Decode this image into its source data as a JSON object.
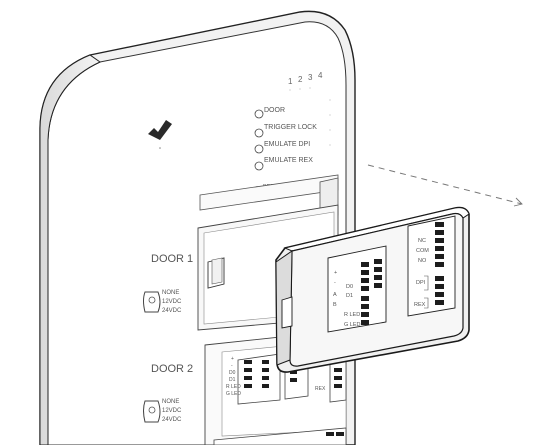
{
  "labels": {
    "channels": [
      "1",
      "2",
      "3",
      "4"
    ],
    "buttons": [
      "DOOR",
      "TRIGGER LOCK",
      "EMULATE DPI",
      "EMULATE REX"
    ],
    "reset": "RESET",
    "door1": "DOOR 1",
    "door2": "DOOR 2",
    "voltage": [
      "NONE",
      "12VDC",
      "24VDC"
    ],
    "reader_terminals": [
      "+",
      "-",
      "A",
      "B",
      "D0",
      "D1",
      "R LED",
      "G LED"
    ],
    "lock_terminals": [
      "NC",
      "COM",
      "NO"
    ],
    "input_terminals": [
      "DPI",
      "REX"
    ],
    "door2_terminals": [
      "+",
      "-",
      "D0",
      "D1",
      "R LED",
      "G LED"
    ],
    "door2_rex": "REX"
  },
  "colors": {
    "outline": "#222222",
    "hub_fill": "#ffffff",
    "hub_shadow": "#e6e6e6",
    "connector_fill": "#f7f7f7",
    "terminal": "#1d1d1d",
    "text": "#555555",
    "dash": "#777777"
  },
  "icons": {
    "logo": "check-logo-icon",
    "reset": "reset-dot-icon"
  }
}
